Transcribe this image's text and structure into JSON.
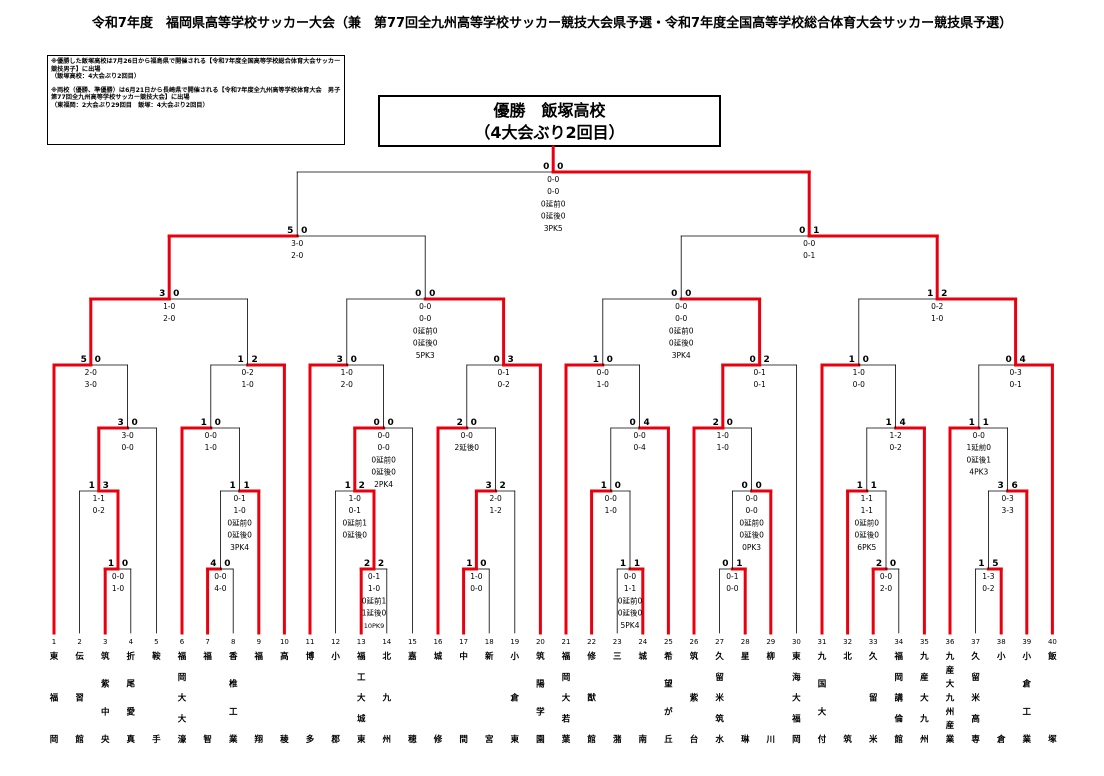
{
  "title": "令和7年度　福岡県高等学校サッカー大会（兼　第77回全九州高等学校サッカー競技大会県予選・令和7年度全国高等学校総合体育大会サッカー競技県予選）",
  "notes": [
    "※優勝した飯塚高校は7月26日から福島県で開催される【令和7年度全国高等学校総合体育大会サッカー競技男子】に出場\n（飯塚高校：4大会ぶり2回目）",
    "※両校（優勝、準優勝）は6月21日から長崎県で開催される【令和7年度全九州高等学校体育大会　男子第77回全九州高等学校サッカー競技大会】に出場\n（東福岡：2大会ぶり29回目　飯塚：4大会ぶり2回目）"
  ],
  "champion": {
    "line1": "優勝　飯塚高校",
    "line2": "（4大会ぶり2回目）"
  },
  "colors": {
    "win": "#e8000e",
    "line": "#000000"
  },
  "teams": [
    {
      "no": "1",
      "name": "東福岡"
    },
    {
      "no": "2",
      "name": "伝習館"
    },
    {
      "no": "3",
      "name": "筑紫中央"
    },
    {
      "no": "4",
      "name": "折尾愛真"
    },
    {
      "no": "5",
      "name": "鞍手"
    },
    {
      "no": "6",
      "name": "福岡大大濠"
    },
    {
      "no": "7",
      "name": "福智"
    },
    {
      "no": "8",
      "name": "香椎工業"
    },
    {
      "no": "9",
      "name": "福翔"
    },
    {
      "no": "10",
      "name": "高稜"
    },
    {
      "no": "11",
      "name": "博多"
    },
    {
      "no": "12",
      "name": "小郡"
    },
    {
      "no": "13",
      "name": "福工大城東"
    },
    {
      "no": "14",
      "name": "北九州"
    },
    {
      "no": "15",
      "name": "嘉穂"
    },
    {
      "no": "16",
      "name": "城修"
    },
    {
      "no": "17",
      "name": "中間"
    },
    {
      "no": "18",
      "name": "新宮"
    },
    {
      "no": "19",
      "name": "小倉東"
    },
    {
      "no": "20",
      "name": "筑陽学園"
    },
    {
      "no": "21",
      "name": "福岡大若葉"
    },
    {
      "no": "22",
      "name": "修猷館"
    },
    {
      "no": "23",
      "name": "三潴"
    },
    {
      "no": "24",
      "name": "城南"
    },
    {
      "no": "25",
      "name": "希望が丘"
    },
    {
      "no": "26",
      "name": "筑紫台"
    },
    {
      "no": "27",
      "name": "久留米筑水"
    },
    {
      "no": "28",
      "name": "星琳"
    },
    {
      "no": "29",
      "name": "柳川"
    },
    {
      "no": "30",
      "name": "東海大福岡"
    },
    {
      "no": "31",
      "name": "九国大付"
    },
    {
      "no": "32",
      "name": "北筑"
    },
    {
      "no": "33",
      "name": "久留米"
    },
    {
      "no": "34",
      "name": "福岡講倫館"
    },
    {
      "no": "35",
      "name": "九産大九州"
    },
    {
      "no": "36",
      "name": "九産大九州産業"
    },
    {
      "no": "37",
      "name": "久留米高専"
    },
    {
      "no": "38",
      "name": "小倉"
    },
    {
      "no": "39",
      "name": "小倉工業"
    },
    {
      "no": "40",
      "name": "飯塚"
    }
  ],
  "matches": [
    {
      "id": "f",
      "score": [
        "0",
        "0"
      ],
      "detail": [
        "0-0",
        "0-0",
        "0延前0",
        "0延後0",
        "3PK5"
      ]
    },
    {
      "id": "s1",
      "score": [
        "5",
        "0"
      ],
      "detail": [
        "3-0",
        "2-0"
      ]
    },
    {
      "id": "s2",
      "score": [
        "0",
        "1"
      ],
      "detail": [
        "0-0",
        "0-1"
      ]
    },
    {
      "id": "q1",
      "score": [
        "3",
        "0"
      ],
      "detail": [
        "1-0",
        "2-0"
      ]
    },
    {
      "id": "q2",
      "score": [
        "0",
        "0"
      ],
      "detail": [
        "0-0",
        "0-0",
        "0延前0",
        "0延後0",
        "5PK3"
      ]
    },
    {
      "id": "q3",
      "score": [
        "0",
        "0"
      ],
      "detail": [
        "0-0",
        "0-0",
        "0延前0",
        "0延後0",
        "3PK4"
      ]
    },
    {
      "id": "q4",
      "score": [
        "1",
        "2"
      ],
      "detail": [
        "0-2",
        "1-0"
      ]
    },
    {
      "id": "r1",
      "score": [
        "5",
        "0"
      ],
      "detail": [
        "2-0",
        "3-0"
      ]
    },
    {
      "id": "r2",
      "score": [
        "1",
        "2"
      ],
      "detail": [
        "0-2",
        "1-0"
      ]
    },
    {
      "id": "r3",
      "score": [
        "3",
        "0"
      ],
      "detail": [
        "1-0",
        "2-0"
      ]
    },
    {
      "id": "r4",
      "score": [
        "0",
        "3"
      ],
      "detail": [
        "0-1",
        "0-2"
      ]
    },
    {
      "id": "r5",
      "score": [
        "1",
        "0"
      ],
      "detail": [
        "0-0",
        "1-0"
      ]
    },
    {
      "id": "r6",
      "score": [
        "0",
        "2"
      ],
      "detail": [
        "0-1",
        "0-1"
      ]
    },
    {
      "id": "r7",
      "score": [
        "1",
        "0"
      ],
      "detail": [
        "1-0",
        "0-0"
      ]
    },
    {
      "id": "r8",
      "score": [
        "0",
        "4"
      ],
      "detail": [
        "0-3",
        "0-1"
      ]
    },
    {
      "id": "m3_0",
      "score": [
        "3",
        "0"
      ],
      "detail": [
        "3-0",
        "0-0"
      ]
    },
    {
      "id": "m3_1",
      "score": [
        "1",
        "0"
      ],
      "detail": [
        "0-0",
        "1-0"
      ]
    },
    {
      "id": "m3_2",
      "score": [
        "0",
        "0"
      ],
      "detail": [
        "0-0",
        "0-0",
        "0延前0",
        "0延後0",
        "2PK4"
      ]
    },
    {
      "id": "m3_3",
      "score": [
        "2",
        "0"
      ],
      "detail": [
        "0-0",
        "2延後0"
      ]
    },
    {
      "id": "m3_4",
      "score": [
        "0",
        "4"
      ],
      "detail": [
        "0-0",
        "0-4"
      ]
    },
    {
      "id": "m3_5",
      "score": [
        "2",
        "0"
      ],
      "detail": [
        "1-0",
        "1-0"
      ]
    },
    {
      "id": "m3_6",
      "score": [
        "1",
        "4"
      ],
      "detail": [
        "1-2",
        "0-2"
      ]
    },
    {
      "id": "m3_7",
      "score": [
        "1",
        "1"
      ],
      "detail": [
        "0-0",
        "1延前0",
        "0延後1",
        "4PK3"
      ]
    },
    {
      "id": "m2_0",
      "score": [
        "1",
        "3"
      ],
      "detail": [
        "1-1",
        "0-2"
      ]
    },
    {
      "id": "m2_1",
      "score": [
        "1",
        "1"
      ],
      "detail": [
        "0-1",
        "1-0",
        "0延前0",
        "0延後0",
        "3PK4"
      ]
    },
    {
      "id": "m2_2",
      "score": [
        "1",
        "2"
      ],
      "detail": [
        "1-0",
        "0-1",
        "0延前1",
        "0延後0"
      ]
    },
    {
      "id": "m2_3",
      "score": [
        "3",
        "2"
      ],
      "detail": [
        "2-0",
        "1-2"
      ]
    },
    {
      "id": "m2_4",
      "score": [
        "1",
        "0"
      ],
      "detail": [
        "0-0",
        "1-0"
      ]
    },
    {
      "id": "m2_5",
      "score": [
        "0",
        "0"
      ],
      "detail": [
        "0-0",
        "0-0",
        "0延前0",
        "0延後0",
        "0PK3"
      ]
    },
    {
      "id": "m2_6",
      "score": [
        "1",
        "1"
      ],
      "detail": [
        "1-1",
        "1-1",
        "0延前0",
        "0延後0",
        "6PK5"
      ]
    },
    {
      "id": "m2_7",
      "score": [
        "3",
        "6"
      ],
      "detail": [
        "0-3",
        "3-3"
      ]
    },
    {
      "id": "m1_0",
      "score": [
        "1",
        "0"
      ],
      "detail": [
        "0-0",
        "1-0"
      ]
    },
    {
      "id": "m1_1",
      "score": [
        "4",
        "0"
      ],
      "detail": [
        "0-0",
        "4-0"
      ]
    },
    {
      "id": "m1_2",
      "score": [
        "2",
        "2"
      ],
      "detail": [
        "0-1",
        "1-0",
        "0延前1",
        "1延後0",
        "10PK9"
      ]
    },
    {
      "id": "m1_3",
      "score": [
        "1",
        "0"
      ],
      "detail": [
        "1-0",
        "0-0"
      ]
    },
    {
      "id": "m1_4",
      "score": [
        "1",
        "1"
      ],
      "detail": [
        "0-0",
        "1-1",
        "0延前0",
        "0延後0",
        "5PK4"
      ]
    },
    {
      "id": "m1_5",
      "score": [
        "0",
        "1"
      ],
      "detail": [
        "0-1",
        "0-0"
      ]
    },
    {
      "id": "m1_6",
      "score": [
        "2",
        "0"
      ],
      "detail": [
        "0-0",
        "2-0"
      ]
    },
    {
      "id": "m1_7",
      "score": [
        "1",
        "5"
      ],
      "detail": [
        "1-3",
        "0-2"
      ]
    }
  ]
}
